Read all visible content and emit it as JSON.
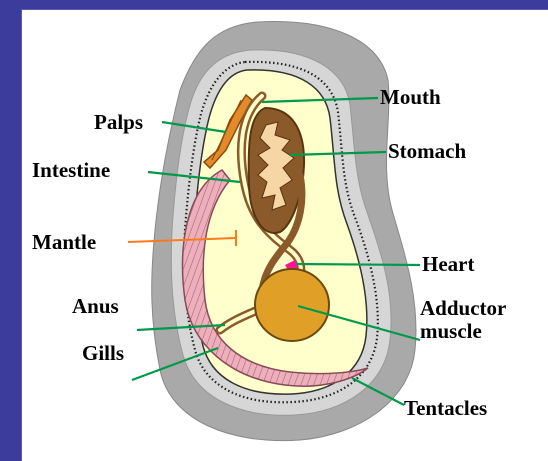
{
  "diagram": {
    "labels": {
      "mouth": "Mouth",
      "palps": "Palps",
      "stomach": "Stomach",
      "intestine": "Intestine",
      "mantle": "Mantle",
      "heart": "Heart",
      "anus": "Anus",
      "adductor_line1": "Adductor",
      "adductor_line2": "muscle",
      "gills": "Gills",
      "tentacles": "Tentacles"
    },
    "colors": {
      "background": "#3c3c9c",
      "outer_shell": "#a8a8a8",
      "mantle_rim": "#d4d4d4",
      "body": "#ffffcc",
      "gut": "#8b5a2b",
      "stomach_fill": "#f6d6a4",
      "gills": "#ecb0bc",
      "palps": "#e38a2a",
      "adductor": "#e0a028",
      "heart": "#ff1493",
      "leader_lines": "#00994c",
      "mantle_arrow": "#ff7a1a"
    }
  }
}
